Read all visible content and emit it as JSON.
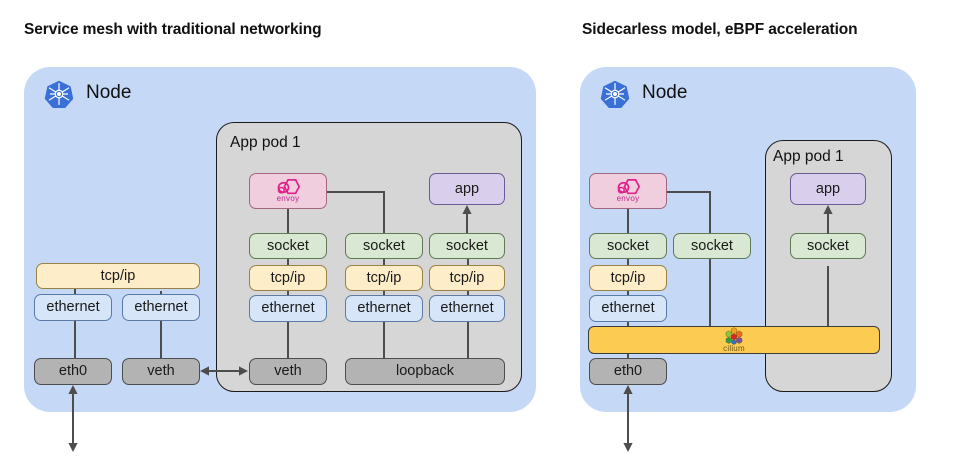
{
  "panels": [
    {
      "id": "left",
      "title": "Service mesh with traditional networking",
      "node": {
        "label": "Node",
        "icon": "kubernetes-icon"
      },
      "pod": {
        "label": "App pod 1"
      },
      "host_stack": {
        "tcpip": "tcp/ip",
        "ethernet_left": "ethernet",
        "ethernet_right": "ethernet",
        "eth0": "eth0",
        "veth": "veth"
      },
      "pod_stack": {
        "envoy": "envoy",
        "app": "app",
        "socket_1": "socket",
        "socket_2": "socket",
        "socket_3": "socket",
        "tcpip_1": "tcp/ip",
        "tcpip_2": "tcp/ip",
        "tcpip_3": "tcp/ip",
        "ethernet_1": "ethernet",
        "ethernet_2": "ethernet",
        "ethernet_3": "ethernet",
        "veth": "veth",
        "loopback": "loopback"
      }
    },
    {
      "id": "right",
      "title": "Sidecarless model, eBPF acceleration",
      "node": {
        "label": "Node",
        "icon": "kubernetes-icon"
      },
      "pod": {
        "label": "App pod 1"
      },
      "host_stack": {
        "envoy": "envoy",
        "socket_1": "socket",
        "socket_2": "socket",
        "tcpip": "tcp/ip",
        "ethernet": "ethernet",
        "cilium": "cilium",
        "eth0": "eth0"
      },
      "pod_stack": {
        "app": "app",
        "socket": "socket"
      }
    }
  ],
  "colors": {
    "node_bg": "#c5d9f7",
    "pod_bg": "#d6d6d6",
    "socket": "#d9e8d2",
    "tcpip": "#fdeec9",
    "ethernet": "#d6e5f8",
    "device": "#b3b3b3",
    "app": "#d9cfec",
    "envoy": "#f0cede",
    "cilium": "#fbcb52",
    "envoy_logo": "#e0218a",
    "kubernetes": "#3a6fd8",
    "line": "#4d4d4d"
  }
}
